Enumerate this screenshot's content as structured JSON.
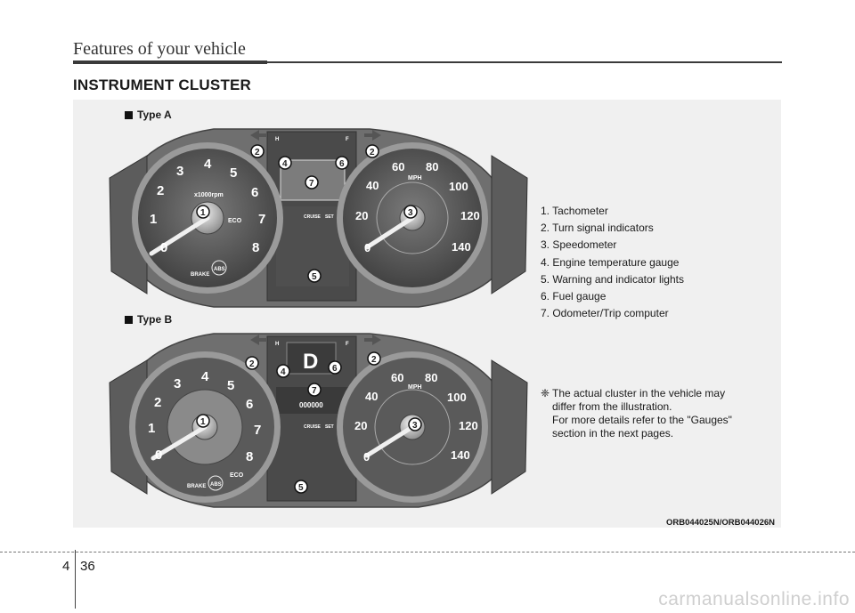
{
  "header": {
    "title": "Features of your vehicle"
  },
  "section": {
    "title": "INSTRUMENT CLUSTER"
  },
  "type_a": {
    "label": "Type A"
  },
  "type_b": {
    "label": "Type B"
  },
  "legend": [
    "1. Tachometer",
    "2. Turn signal indicators",
    "3. Speedometer",
    "4. Engine temperature gauge",
    "5. Warning and indicator lights",
    "6. Fuel gauge",
    "7. Odometer/Trip computer"
  ],
  "note": {
    "mark": "❈",
    "line1": "The actual cluster in the vehicle may",
    "line2": "differ from the illustration.",
    "line3": "For more details refer to the \"Gauges\"",
    "line4": "section in the next pages."
  },
  "figure_code": "ORB044025N/ORB044026N",
  "page": {
    "chapter": "4",
    "number": "36"
  },
  "footer": {
    "url": "carmanualsonline.info"
  },
  "cluster": {
    "tach_ticks": [
      "0",
      "1",
      "2",
      "3",
      "4",
      "5",
      "6",
      "7",
      "8"
    ],
    "tach_unit": "x1000rpm",
    "eco": "ECO",
    "brake": "BRAKE",
    "abs": "ABS",
    "mph": "MPH",
    "speed_ticks": [
      "0",
      "20",
      "40",
      "60",
      "80",
      "100",
      "120",
      "140"
    ],
    "cruise": "CRUISE",
    "set": "SET",
    "gear": "D",
    "odo_b": "000000",
    "h": "H",
    "f": "F"
  },
  "callouts": [
    "1",
    "2",
    "3",
    "4",
    "5",
    "6",
    "7"
  ],
  "colors": {
    "panel": "#f0f0f0",
    "cluster_body": "#7d7d7d",
    "gauge_face": "#5a5a5a",
    "callout": "#ffffff"
  }
}
